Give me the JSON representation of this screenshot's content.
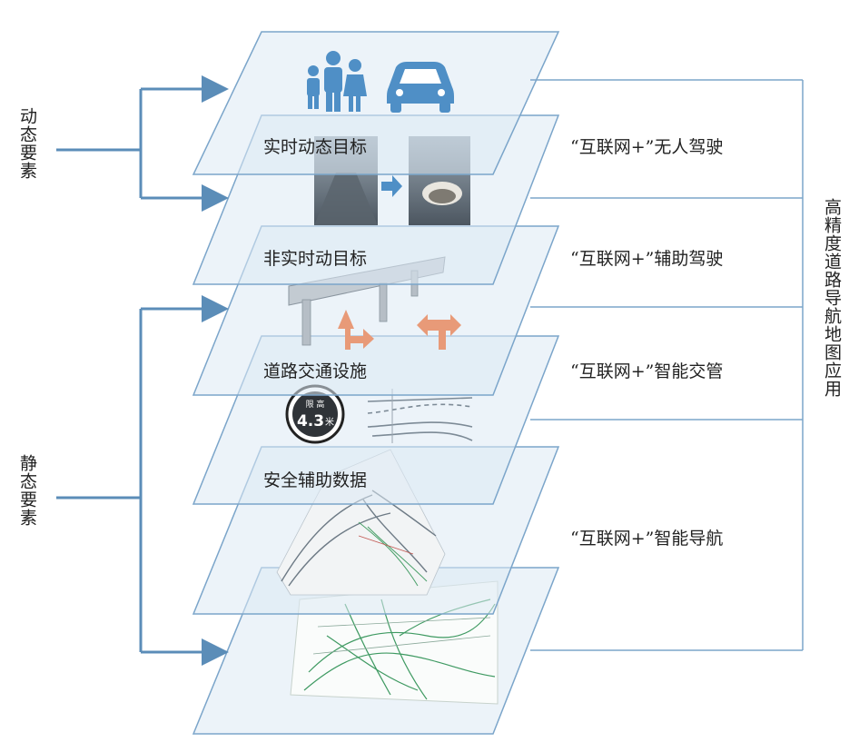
{
  "left_groups": {
    "dynamic": "动态要素",
    "static": "静态要素"
  },
  "layers": [
    {
      "label": "实时动态目标"
    },
    {
      "label": "非实时动目标"
    },
    {
      "label": "道路交通设施"
    },
    {
      "label": "安全辅助数据"
    }
  ],
  "applications": [
    {
      "label": "“互联网+”无人驾驶"
    },
    {
      "label": "“互联网+”辅助驾驶"
    },
    {
      "label": "“互联网+”智能交管"
    },
    {
      "label": "“互联网+”智能导航"
    }
  ],
  "right_title": "高精度道路导航地图应用",
  "height_sign": {
    "top": "限 高",
    "value": "4.3",
    "unit": "米"
  },
  "colors": {
    "plane_fill": "#dde9f4",
    "plane_stroke": "#7ba5ca",
    "bracket": "#5b8db8",
    "icon": "#4f8fc6",
    "arrow_orange": "#e89a78"
  }
}
